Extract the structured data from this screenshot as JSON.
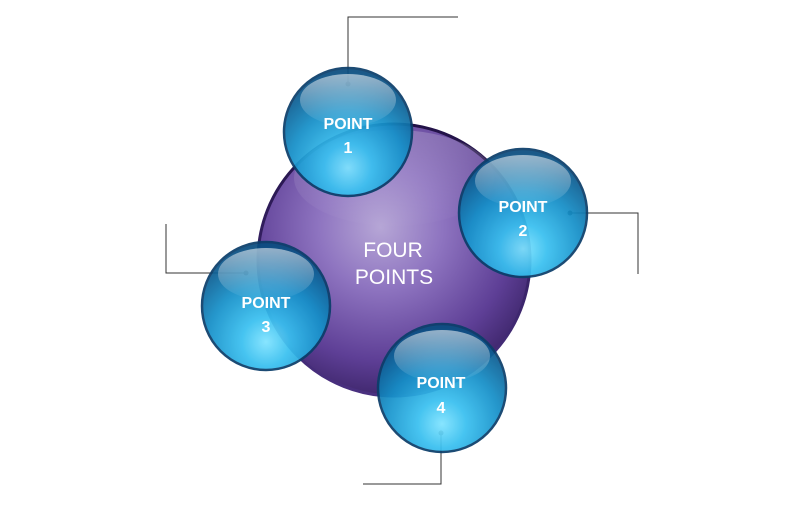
{
  "center": {
    "line1": "FOUR",
    "line2": "POINTS",
    "color": "#5b3f8c"
  },
  "points": [
    {
      "line1": "POINT",
      "line2": "1"
    },
    {
      "line1": "POINT",
      "line2": "2"
    },
    {
      "line1": "POINT",
      "line2": "3"
    },
    {
      "line1": "POINT",
      "line2": "4"
    }
  ],
  "colors": {
    "bubble_dark": "#0a4f80",
    "bubble_light": "#2fb8ec",
    "leader_line": "#333333"
  }
}
